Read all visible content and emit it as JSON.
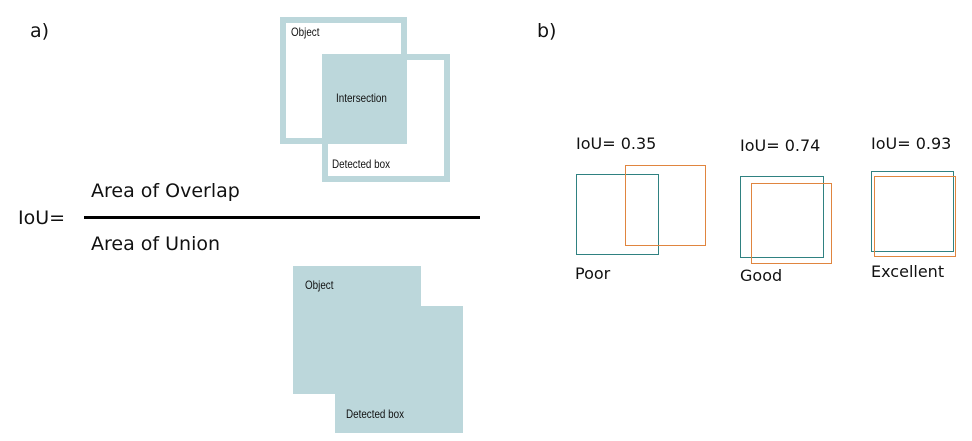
{
  "panel_a": {
    "label": "a)",
    "intersection_diagram": {
      "object_label": "Object",
      "intersection_label": "Intersection",
      "detected_label": "Detected box"
    },
    "formula": {
      "lhs": "IoU=",
      "numerator": "Area of Overlap",
      "denominator": "Area of Union"
    },
    "union_diagram": {
      "object_label": "Object",
      "detected_label": "Detected box"
    }
  },
  "panel_b": {
    "label": "b)",
    "examples": [
      {
        "iou": "IoU= 0.35",
        "quality": "Poor"
      },
      {
        "iou": "IoU= 0.74",
        "quality": "Good"
      },
      {
        "iou": "IoU= 0.93",
        "quality": "Excellent"
      }
    ]
  },
  "colors": {
    "region_fill": "#bcd7db",
    "ground_truth_stroke": "#2f8181",
    "prediction_stroke": "#e0853f",
    "text": "#111111"
  }
}
